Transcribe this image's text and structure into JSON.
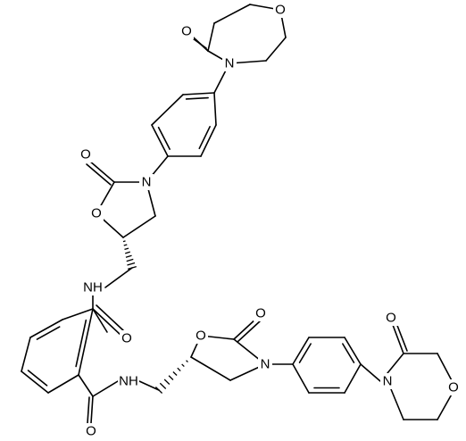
{
  "structure": {
    "labels": {
      "o_morph_top_ketone": "O",
      "o_morph_top_ring": "O",
      "n_morph_top": "N",
      "o_oxaz_top_carbonyl": "O",
      "n_oxaz_top": "N",
      "o_oxaz_top_ring": "O",
      "nh_amide_top": "NH",
      "o_amide_top": "O",
      "nh_amide_bottom": "NH",
      "o_amide_bottom": "O",
      "o_oxaz_bottom_carbonyl": "O",
      "o_oxaz_bottom_ring": "O",
      "n_oxaz_bottom": "N",
      "o_morph_bottom_ketone": "O",
      "n_morph_bottom": "N",
      "o_morph_bottom_ring": "O"
    }
  }
}
